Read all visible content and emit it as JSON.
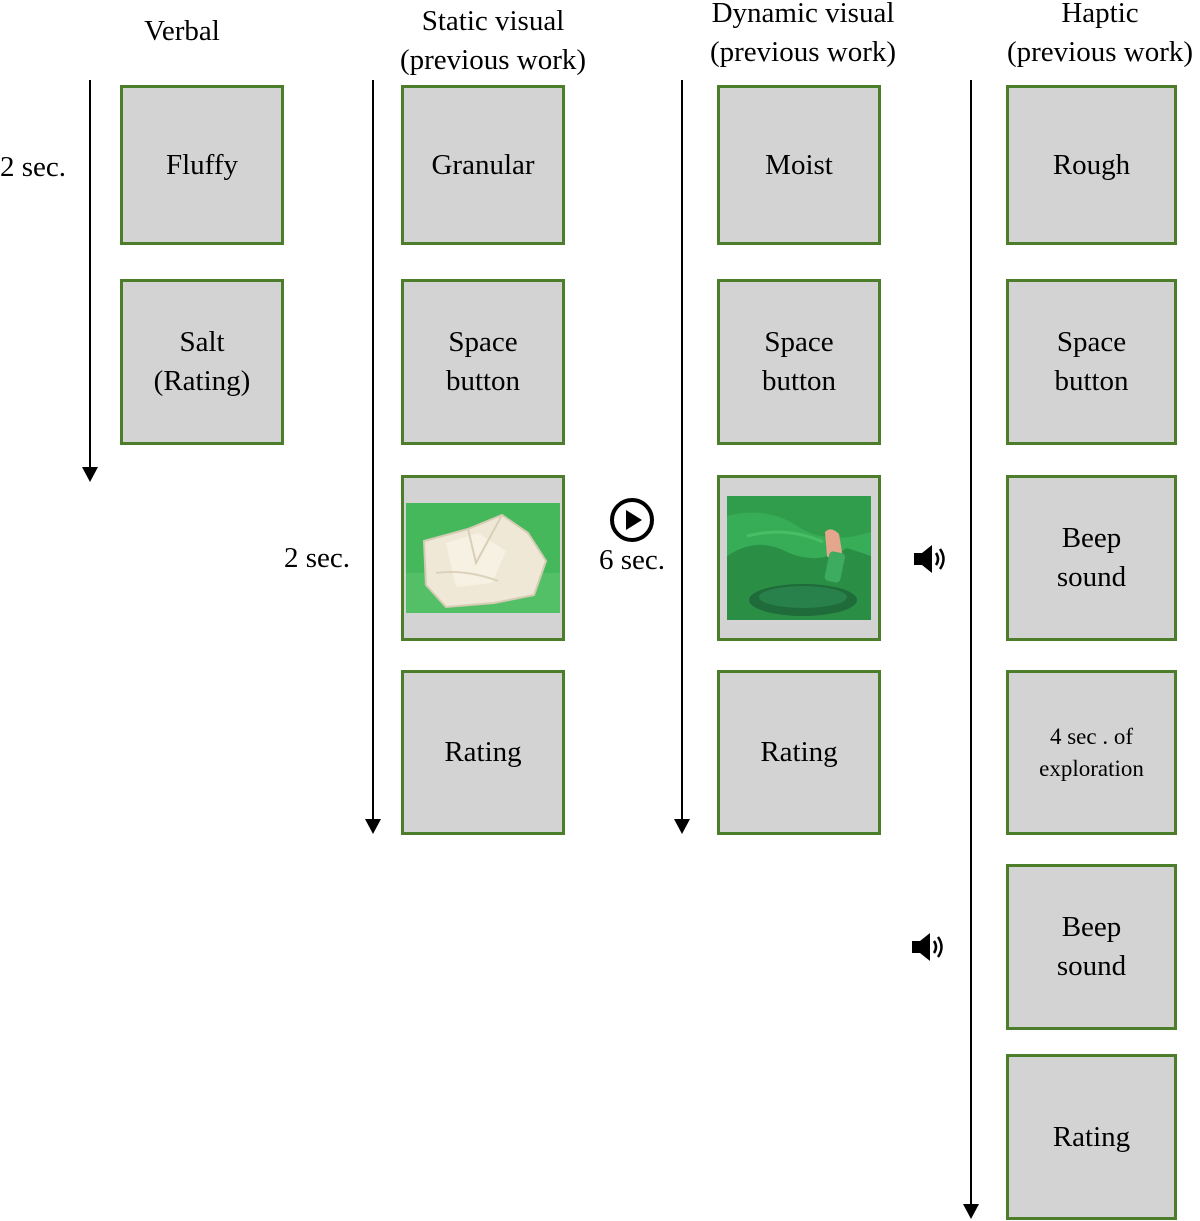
{
  "columns": [
    {
      "header": [
        "Verbal"
      ],
      "time_label": "2 sec.",
      "boxes": [
        "Fluffy",
        "Salt\n(Rating)"
      ]
    },
    {
      "header": [
        "Static visual",
        "(previous work)"
      ],
      "time_label": "2 sec.",
      "boxes": [
        "Granular",
        "Space\nbutton",
        "",
        "Rating"
      ],
      "image_icon": "fabric-photo"
    },
    {
      "header": [
        "Dynamic visual",
        "(previous work)"
      ],
      "time_label": "6 sec.",
      "boxes": [
        "Moist",
        "Space\nbutton",
        "",
        "Rating"
      ],
      "image_icon": "video-frame-hand-green-cloth",
      "media_icon": "play-icon"
    },
    {
      "header": [
        "Haptic",
        "(previous work)"
      ],
      "boxes": [
        "Rough",
        "Space\nbutton",
        "Beep\nsound",
        "4 sec . of\nexploration",
        "Beep\nsound",
        "Rating"
      ],
      "media_icon": "speaker-icon"
    }
  ],
  "colors": {
    "box_fill": "#d3d3d3",
    "box_border": "#4b7d2a",
    "photo_background": "#3fb35a"
  }
}
